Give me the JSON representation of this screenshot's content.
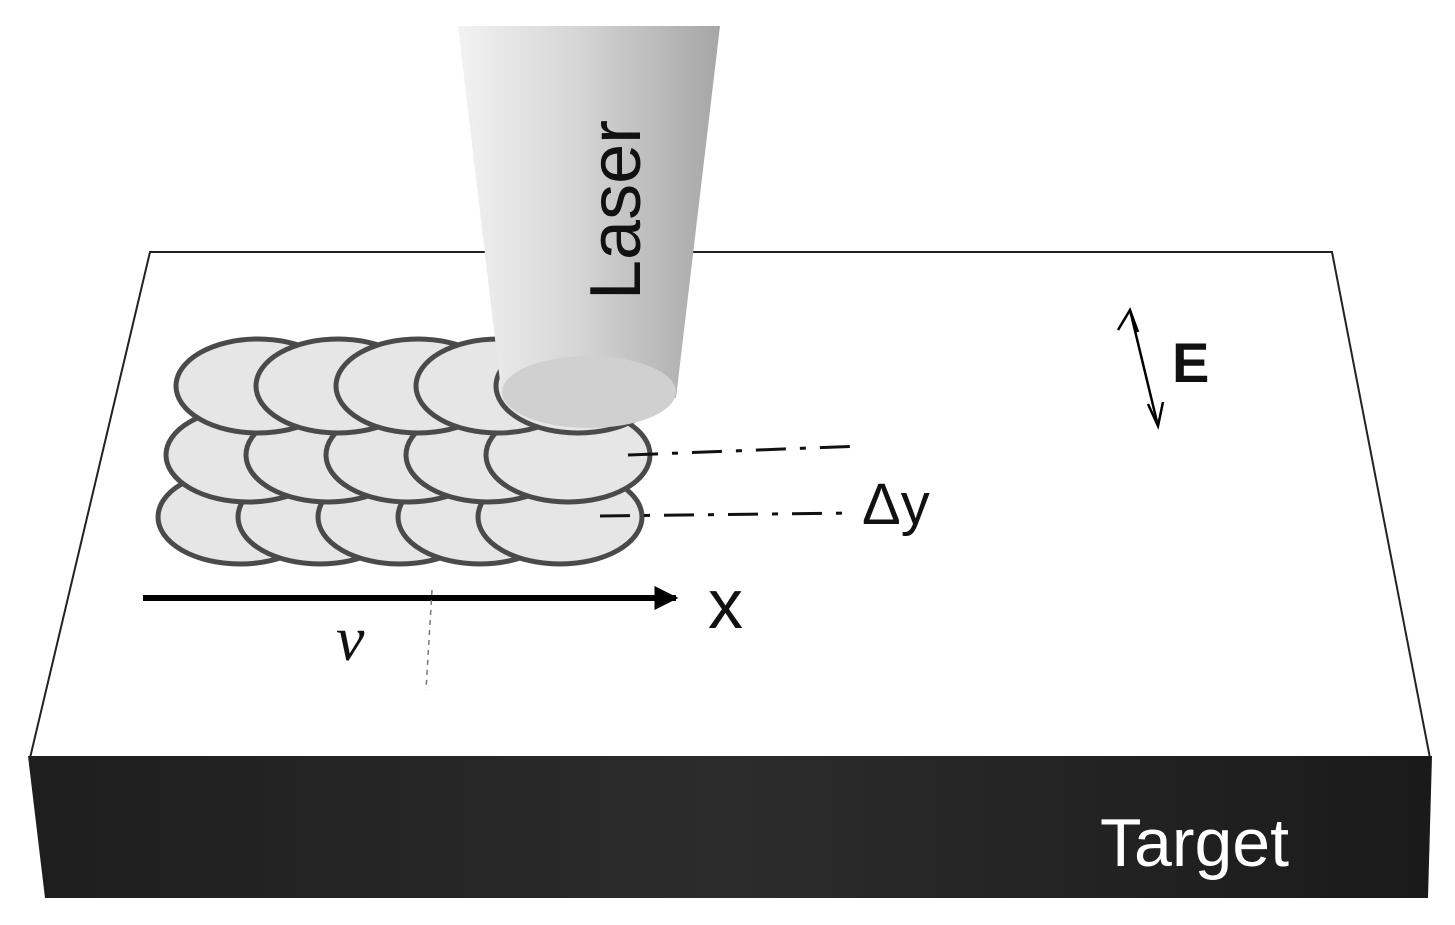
{
  "labels": {
    "laser": "Laser",
    "target": "Target",
    "field": "E",
    "scan_axis": "x",
    "velocity": "v",
    "line_spacing": "Δy"
  },
  "colors": {
    "slab_top": "#ffffff",
    "slab_side": "#232323",
    "spot_fill": "#e6e6e6",
    "spot_stroke": "#4a4a4a",
    "laser_light": "#ececec",
    "laser_dark": "#a9a9a9"
  },
  "pattern": {
    "rows": 3,
    "spots_per_row": 5
  }
}
